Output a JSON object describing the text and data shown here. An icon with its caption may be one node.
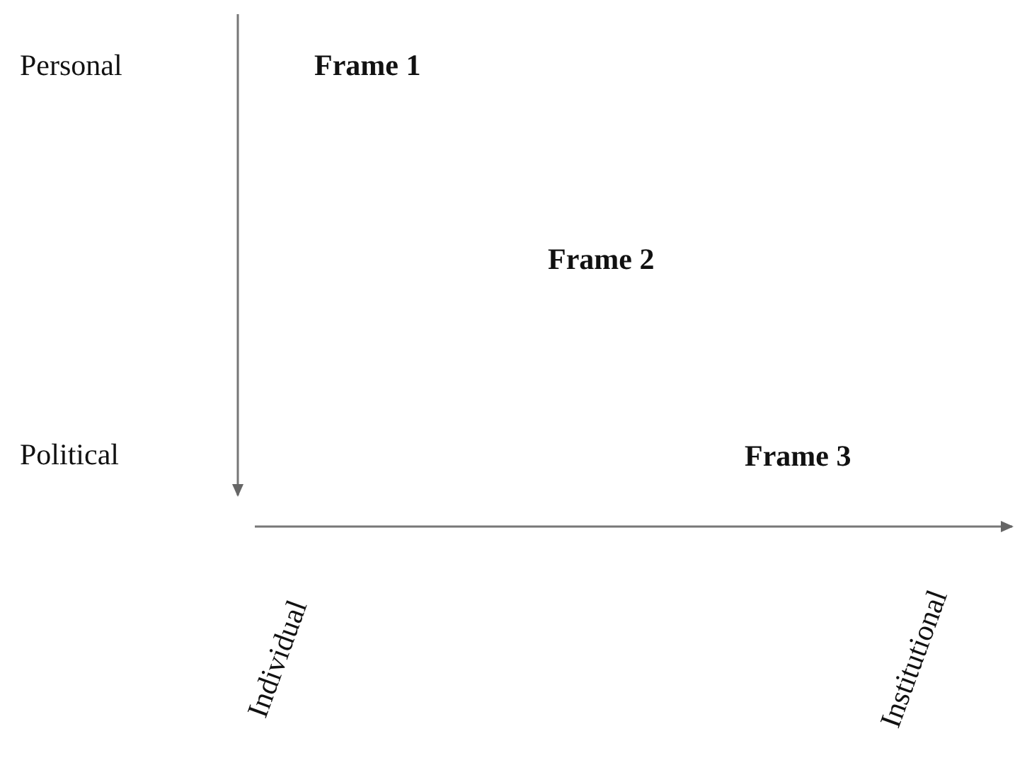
{
  "diagram": {
    "labels": [
      "Personal",
      "Frame 1",
      "Frame 2",
      "Political",
      "Frame 3",
      "Individual",
      "Institutional"
    ]
  }
}
